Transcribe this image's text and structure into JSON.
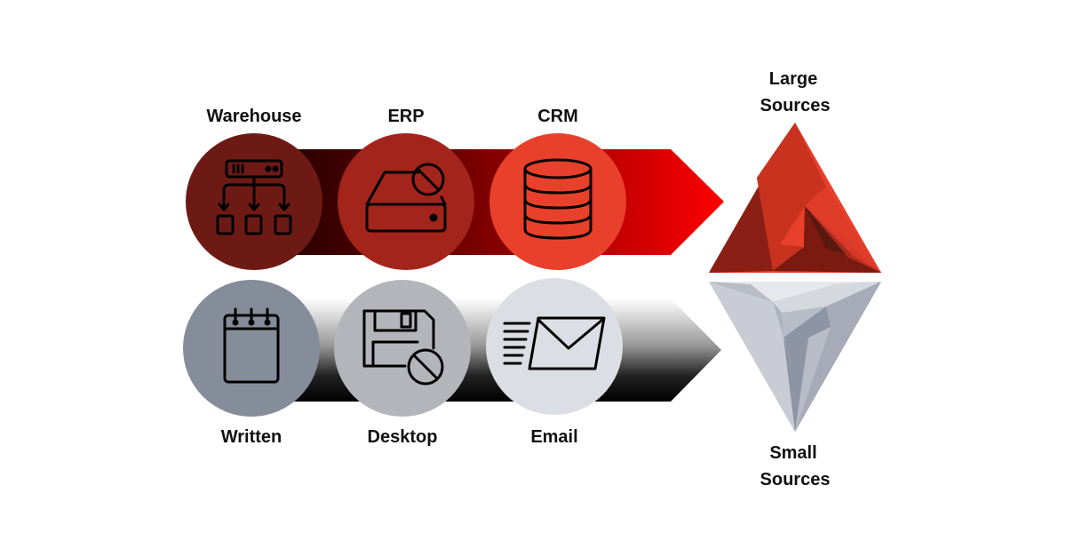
{
  "top_row": {
    "items": [
      {
        "label": "Warehouse",
        "icon": "warehouse-network-icon",
        "color": "#6e1a14"
      },
      {
        "label": "ERP",
        "icon": "erp-drive-blocked-icon",
        "color": "#a3241a"
      },
      {
        "label": "CRM",
        "icon": "database-icon",
        "color": "#e8402a"
      }
    ],
    "gradient_from": "#1a0000",
    "gradient_to": "#ff0000"
  },
  "bottom_row": {
    "items": [
      {
        "label": "Written",
        "icon": "notepad-icon",
        "color": "#858c9a"
      },
      {
        "label": "Desktop",
        "icon": "floppy-disk-blocked-icon",
        "color": "#b3b5ba"
      },
      {
        "label": "Email",
        "icon": "email-icon",
        "color": "#dcdee5"
      }
    ],
    "gradient_from": "#000000",
    "gradient_to": "#ffffff"
  },
  "large_sources": {
    "line1": "Large",
    "line2": "Sources",
    "icon": "red-triangle-logo-icon"
  },
  "small_sources": {
    "line1": "Small",
    "line2": "Sources",
    "icon": "gray-triangle-logo-icon"
  }
}
